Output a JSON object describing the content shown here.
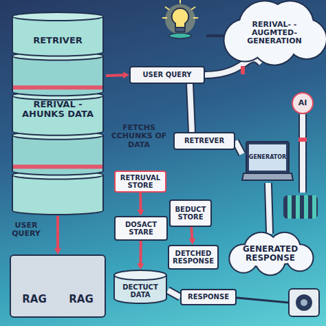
{
  "diagram": {
    "nodes": [
      {
        "text": [
          "RETRIVER",
          "RERIVAL -AHUNKS DATA"
        ]
      },
      {
        "text": [
          "RERIVAL- -AUGMTED- GENERATION"
        ]
      },
      {
        "text": [
          "USER QUERY"
        ]
      },
      {
        "text": [
          "AI"
        ]
      },
      {
        "text": [
          "RETREVER"
        ]
      },
      {
        "text": [
          "GENERATOR"
        ]
      },
      {
        "text": [
          "RETRUVAL STORE"
        ]
      },
      {
        "text": [
          "DOSACT STARE"
        ]
      },
      {
        "text": [
          "BEDUCT STORE"
        ]
      },
      {
        "text": [
          "DETCHED RESPONSE"
        ]
      },
      {
        "text": [
          "GENERATED RESPONSE"
        ]
      },
      {
        "text": [
          "RAG",
          "RAG"
        ]
      },
      {
        "text": [
          "DECTUCT DATA"
        ]
      },
      {
        "text": [
          "RESPONSE"
        ]
      }
    ],
    "edges": [
      {
        "from": 0,
        "to": 2,
        "arrow": "to"
      },
      {
        "from": 2,
        "to": 4,
        "arrow": "none"
      },
      {
        "from": 4,
        "to": 5,
        "arrow": "none"
      },
      {
        "from": 6,
        "to": 7,
        "arrow": "to"
      },
      {
        "from": 7,
        "to": 12,
        "arrow": "to"
      },
      {
        "from": 8,
        "to": 9,
        "arrow": "to"
      },
      {
        "from": 0,
        "to": 11,
        "arrow": "to"
      },
      {
        "from": 12,
        "to": 13,
        "arrow": "none"
      },
      {
        "from": 5,
        "to": 10,
        "arrow": "none"
      }
    ],
    "labels": [
      "FETCHS CCHUNKS OF DATA",
      "USER QUERY"
    ]
  }
}
